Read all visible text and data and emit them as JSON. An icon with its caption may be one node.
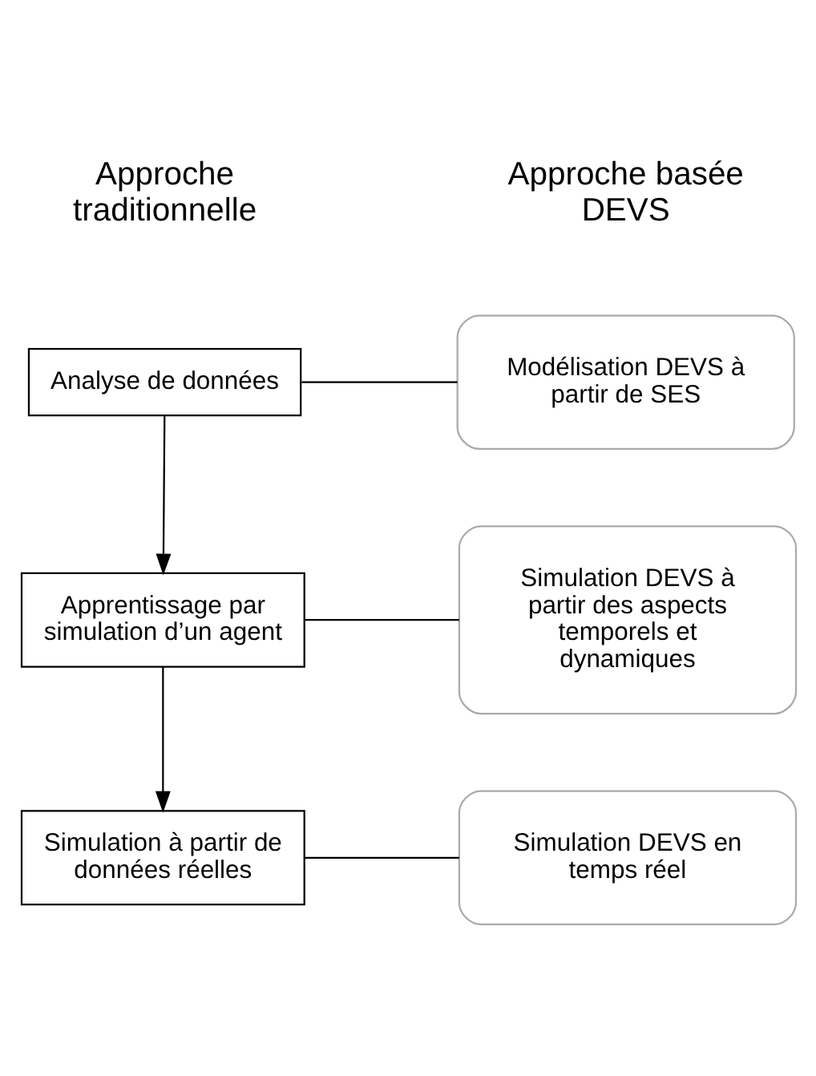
{
  "diagram": {
    "nodes": [
      {
        "text": [
          "Analyse de données"
        ]
      },
      {
        "text": [
          "Modélisation DEVS à partir de SES"
        ]
      },
      {
        "text": [
          "Apprentissage par simulation d’un agent"
        ]
      },
      {
        "text": [
          "Simulation DEVS à partir des aspects temporels et dynamiques"
        ]
      },
      {
        "text": [
          "Simulation à partir de données réelles"
        ]
      },
      {
        "text": [
          "Simulation DEVS en temps réel"
        ]
      }
    ],
    "edges": [
      {
        "from": 0,
        "to": 2,
        "arrow": "to"
      },
      {
        "from": 2,
        "to": 4,
        "arrow": "to"
      },
      {
        "from": 0,
        "to": 1,
        "arrow": "none"
      },
      {
        "from": 2,
        "to": 3,
        "arrow": "none"
      },
      {
        "from": 4,
        "to": 5,
        "arrow": "none"
      }
    ],
    "labels": [
      "Approche traditionnelle",
      "Approche basée DEVS"
    ]
  }
}
